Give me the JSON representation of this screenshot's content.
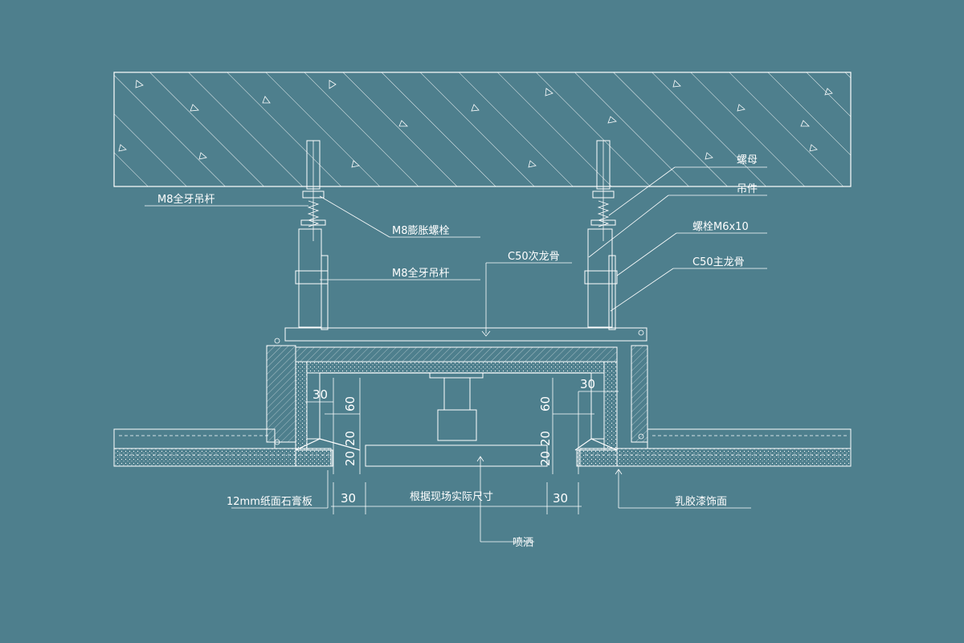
{
  "labels": {
    "m8_rod_top": "M8全牙吊杆",
    "m8_expansion_bolt": "M8膨胀螺栓",
    "m8_rod_mid": "M8全牙吊杆",
    "nut": "螺母",
    "hanger": "吊件",
    "bolt": "螺栓M6x10",
    "main_keel": "C50主龙骨",
    "secondary_keel": "C50次龙骨",
    "gypsum_board": "12mm纸面石膏板",
    "latex_paint": "乳胶漆饰面",
    "site_size": "根据现场实际尺寸",
    "sprinkler": "喷洒"
  },
  "dimensions": {
    "left_30_top": "30",
    "left_60": "60",
    "left_20a": "20",
    "left_20b": "20",
    "right_30_top": "30",
    "right_60": "60",
    "right_20a": "20",
    "right_20b": "20",
    "bottom_left_30": "30",
    "bottom_right_30": "30"
  },
  "colors": {
    "background": "#4e7f8d",
    "line": "#ffffff"
  }
}
